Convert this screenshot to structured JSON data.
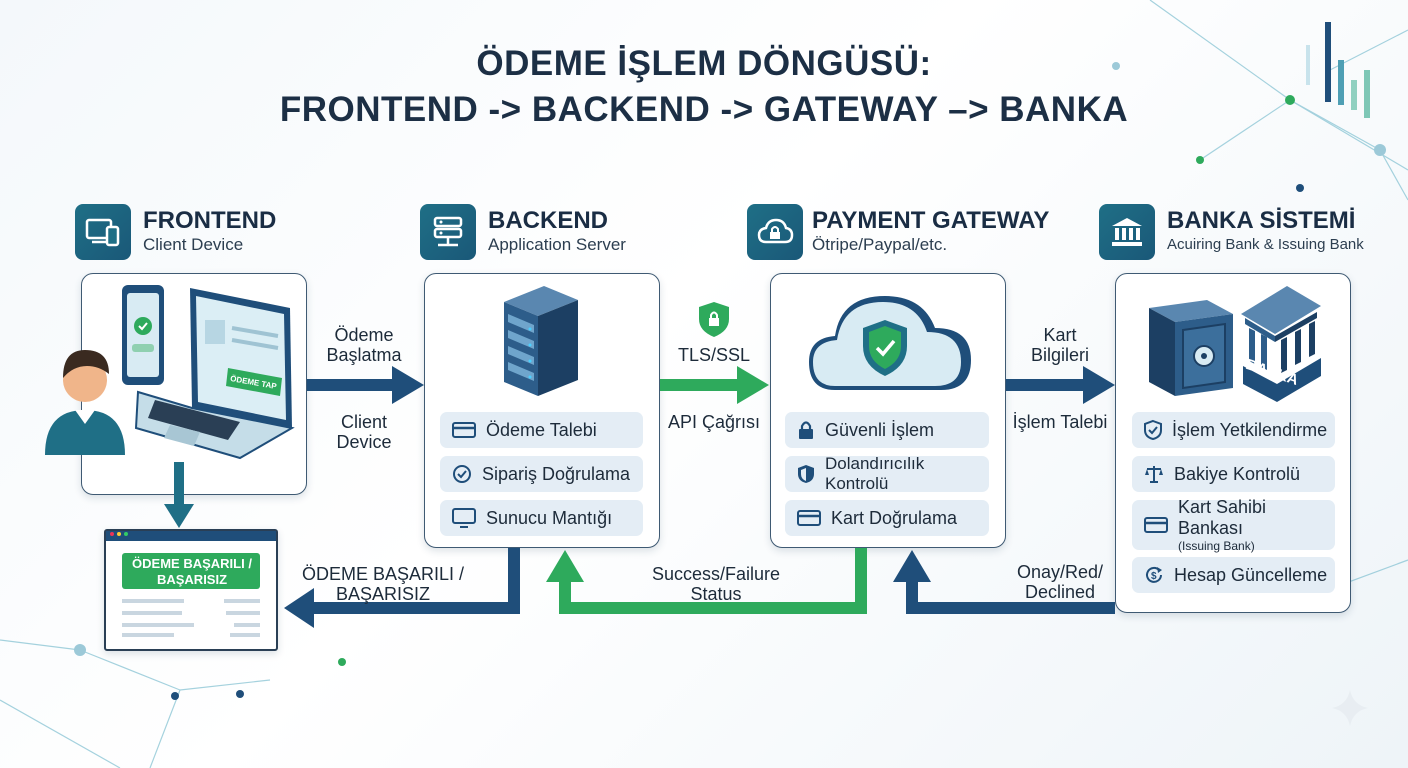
{
  "title": {
    "line1": "ÖDEME İŞLEM DÖNGÜSÜ:",
    "line2": "FRONTEND -> BACKEND -> GATEWAY –> BANKA"
  },
  "frontend": {
    "title": "FRONTEND",
    "subtitle": "Client Device",
    "phone_button": "ÖDEME TAP",
    "result_banner": "ÖDEME BAŞARILI / BAŞARISIZ"
  },
  "backend": {
    "title": "BACKEND",
    "subtitle": "Application Server",
    "items": [
      "Ödeme Talebi",
      "Sipariş Doğrulama",
      "Sunucu Mantığı"
    ]
  },
  "gateway": {
    "title": "PAYMENT GATEWAY",
    "subtitle": "Ötripe/Paypal/etc.",
    "items": [
      "Güvenli İşlem",
      "Dolandırıcılık Kontrolü",
      "Kart Doğrulama"
    ]
  },
  "bank": {
    "title": "BANKA SİSTEMİ",
    "subtitle": "Acuiring Bank & Issuing Bank",
    "building_label": "BANKA",
    "items": [
      "İşlem Yetkilendirme",
      "Bakiye Kontrolü",
      "Kart Sahibi Bankası",
      "Hesap Güncelleme"
    ],
    "item_sub": "(Issuing Bank)"
  },
  "arrows": {
    "fe_be_top": "Ödeme\nBaşlatma",
    "fe_be_bottom": "Client\nDevice",
    "be_gw_top": "TLS/SSL",
    "be_gw_bottom": "API Çağrısı",
    "gw_bank_top": "Kart\nBilgileri",
    "gw_bank_bottom": "İşlem Talebi",
    "return_fe": "ÖDEME BAŞARILI /\nBAŞARISIZ",
    "return_be": "Success/Failure\nStatus",
    "return_gw": "Onay/Red/\nDeclined"
  },
  "colors": {
    "navy": "#1f4e7a",
    "teal": "#1f6f86",
    "green": "#2eaa5c",
    "dark": "#1c2f45"
  }
}
